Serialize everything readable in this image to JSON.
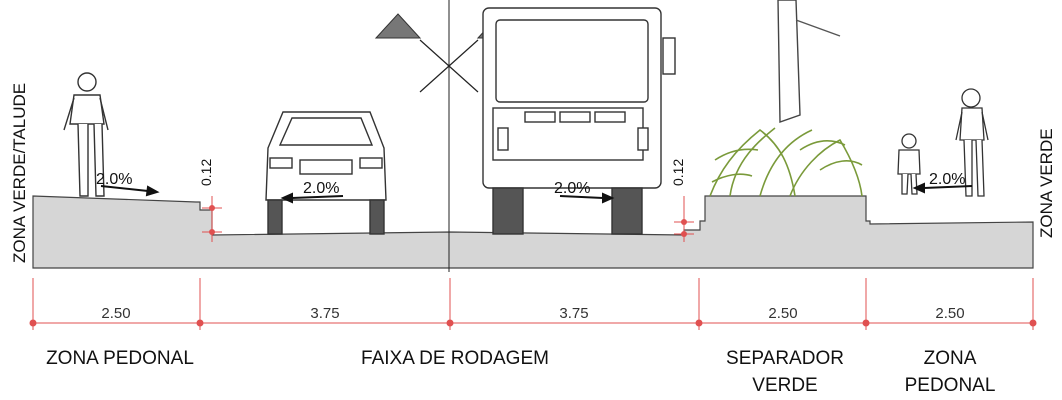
{
  "side_labels": {
    "left": "ZONA VERDE/TALUDE",
    "right": "ZONA VERDE"
  },
  "curb_heights": [
    "0.12",
    "0.12"
  ],
  "slopes": [
    "2.0%",
    "2.0%",
    "2.0%",
    "2.0%"
  ],
  "dimensions": [
    "2.50",
    "3.75",
    "3.75",
    "2.50",
    "2.50"
  ],
  "zones": {
    "pedonal_left": "ZONA PEDONAL",
    "faixa": "FAIXA DE RODAGEM",
    "separador_line1": "SEPARADOR",
    "separador_line2": "VERDE",
    "pedonal_right_line1": "ZONA",
    "pedonal_right_line2": "PEDONAL"
  },
  "colors": {
    "ground": "#d6d6d6",
    "dimension_line": "#e05050",
    "outline": "#222222",
    "vegetation": "#7a9a3a"
  }
}
